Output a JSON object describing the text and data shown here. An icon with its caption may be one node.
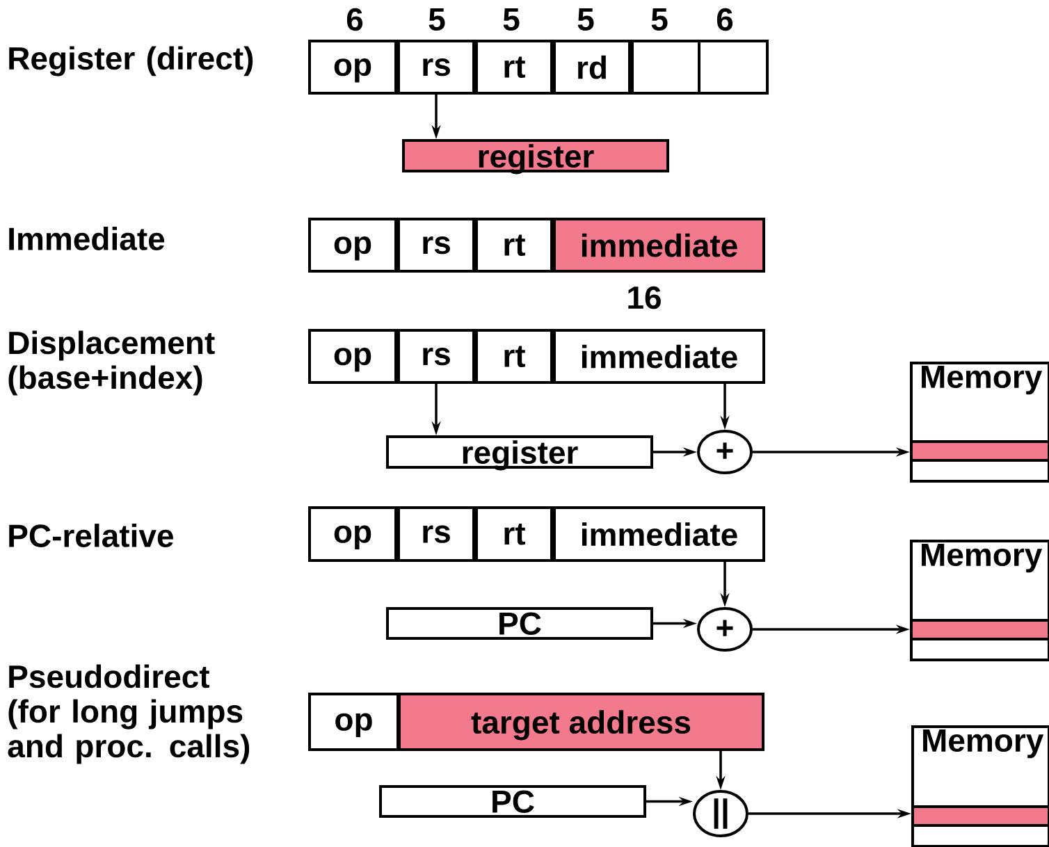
{
  "diagram": {
    "nodes": [
      {
        "text": [
          "op"
        ]
      },
      {
        "text": [
          "rs"
        ]
      },
      {
        "text": [
          "rt"
        ]
      },
      {
        "text": [
          "rd"
        ]
      },
      {
        "text": [],
        "shape": "box"
      },
      {
        "text": [],
        "shape": "box"
      },
      {
        "text": [
          "register"
        ]
      },
      {
        "text": [
          "op"
        ]
      },
      {
        "text": [
          "rs"
        ]
      },
      {
        "text": [
          "rt"
        ]
      },
      {
        "text": [
          "immediate"
        ]
      },
      {
        "text": [
          "op"
        ]
      },
      {
        "text": [
          "rs"
        ]
      },
      {
        "text": [
          "rt"
        ]
      },
      {
        "text": [
          "immediate"
        ]
      },
      {
        "text": [
          "Memory"
        ]
      },
      {
        "text": [],
        "shape": "bar",
        "in": 15
      },
      {
        "text": [
          "register"
        ]
      },
      {
        "text": [
          "+"
        ]
      },
      {
        "text": [
          "op"
        ]
      },
      {
        "text": [
          "rs"
        ]
      },
      {
        "text": [
          "rt"
        ]
      },
      {
        "text": [
          "immediate"
        ]
      },
      {
        "text": [
          "Memory"
        ]
      },
      {
        "text": [],
        "shape": "bar",
        "in": 23
      },
      {
        "text": [
          "PC"
        ]
      },
      {
        "text": [
          "+"
        ]
      },
      {
        "text": [
          "op"
        ]
      },
      {
        "text": [
          "target address"
        ]
      },
      {
        "text": [
          "Memory"
        ]
      },
      {
        "text": [],
        "shape": "bar",
        "in": 29
      },
      {
        "text": [
          "PC"
        ]
      },
      {
        "text": [
          "||"
        ]
      }
    ],
    "edges": [
      {
        "from": 1,
        "to": 6,
        "arrow": "to"
      },
      {
        "from": 12,
        "to": 17,
        "arrow": "to"
      },
      {
        "from": 14,
        "to": 18,
        "arrow": "to"
      },
      {
        "from": 17,
        "to": 18,
        "arrow": "to"
      },
      {
        "from": 18,
        "to": 16,
        "arrow": "to"
      },
      {
        "from": 22,
        "to": 26,
        "arrow": "to"
      },
      {
        "from": 25,
        "to": 26,
        "arrow": "to"
      },
      {
        "from": 26,
        "to": 24,
        "arrow": "to"
      },
      {
        "from": 28,
        "to": 32,
        "arrow": "to"
      },
      {
        "from": 31,
        "to": 32,
        "arrow": "to"
      },
      {
        "from": 32,
        "to": 30,
        "arrow": "to"
      }
    ],
    "labels": [
      "6",
      "5",
      "5",
      "5",
      "5",
      "6",
      "Register (direct)",
      "Immediate",
      "16",
      "Displacement (base+index)",
      "PC-relative",
      "Pseudodirect (for long jumps and proc. calls)"
    ]
  }
}
